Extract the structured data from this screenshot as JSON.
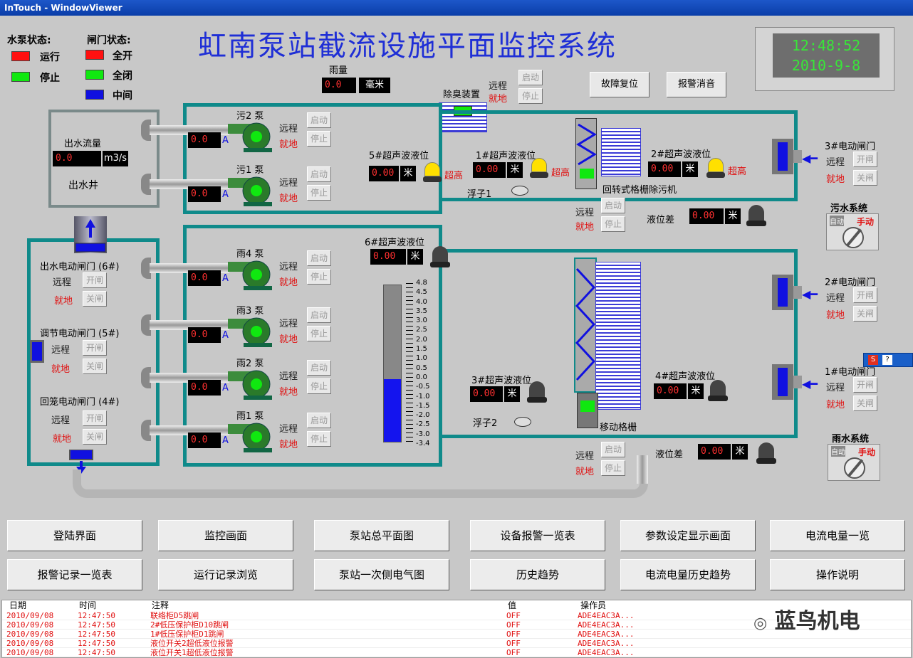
{
  "window": {
    "title": "InTouch - WindowViewer"
  },
  "title": "虹南泵站截流设施平面监控系统",
  "clock": {
    "time": "12:48:52",
    "date": "2010-9-8"
  },
  "legend": {
    "pump_title": "水泵状态:",
    "pump_run": "运行",
    "pump_stop": "停止",
    "gate_title": "闸门状态:",
    "gate_open": "全开",
    "gate_closed": "全闭",
    "gate_mid": "中间",
    "colors": {
      "red": "#ff1010",
      "green": "#10e810",
      "blue": "#1010e0"
    }
  },
  "rain": {
    "label": "雨量",
    "value": "0.0",
    "unit": "毫米"
  },
  "deodor": {
    "label": "除臭装置",
    "remote": "远程",
    "local": "就地",
    "start": "启动",
    "stop": "停止"
  },
  "top_buttons": {
    "fault_reset": "故障复位",
    "alarm_mute": "报警消音"
  },
  "outflow": {
    "label": "出水流量",
    "value": "0.0",
    "unit": "m3/s",
    "well": "出水井"
  },
  "common": {
    "remote": "远程",
    "local": "就地",
    "start": "启动",
    "stop": "停止",
    "open": "开闸",
    "close": "关闸",
    "super_high": "超高",
    "meter": "米",
    "amp": "A"
  },
  "sewage_pumps": [
    {
      "name": "污2 泵",
      "current": "0.0"
    },
    {
      "name": "污1 泵",
      "current": "0.0"
    }
  ],
  "rain_pumps": [
    {
      "name": "雨4 泵",
      "current": "0.0"
    },
    {
      "name": "雨3 泵",
      "current": "0.0"
    },
    {
      "name": "雨2 泵",
      "current": "0.0"
    },
    {
      "name": "雨1 泵",
      "current": "0.0"
    }
  ],
  "level_sensors": {
    "s5": {
      "label": "5#超声波液位",
      "value": "0.00"
    },
    "s1": {
      "label": "1#超声波液位",
      "value": "0.00"
    },
    "s2": {
      "label": "2#超声波液位",
      "value": "0.00"
    },
    "s6": {
      "label": "6#超声波液位",
      "value": "0.00"
    },
    "s3": {
      "label": "3#超声波液位",
      "value": "0.00"
    },
    "s4": {
      "label": "4#超声波液位",
      "value": "0.00"
    }
  },
  "floats": {
    "f1": "浮子1",
    "f2": "浮子2"
  },
  "screens": {
    "rotary": "回转式格栅除污机",
    "moving": "移动格栅"
  },
  "level_diff": {
    "label": "液位差",
    "top": "0.00",
    "bottom": "0.00"
  },
  "gates": {
    "g3": "3#电动闸门",
    "g2": "2#电动闸门",
    "g1": "1#电动闸门",
    "g6": "出水电动闸门 (6#)",
    "g5": "调节电动闸门 (5#)",
    "g4": "回笼电动闸门 (4#)"
  },
  "systems": {
    "sewage": "污水系统",
    "rain": "雨水系统",
    "auto": "自动",
    "manual": "手动"
  },
  "scale": {
    "ticks": [
      "4.8",
      "4.5",
      "4.0",
      "3.5",
      "3.0",
      "2.5",
      "2.0",
      "1.5",
      "1.0",
      "0.5",
      "0.0",
      "-0.5",
      "-1.0",
      "-1.5",
      "-2.0",
      "-2.5",
      "-3.0",
      "-3.4"
    ],
    "level_fraction": 0.4
  },
  "nav": [
    [
      "登陆界面",
      "监控画面",
      "泵站总平面图",
      "设备报警一览表",
      "参数设定显示画面",
      "电流电量一览"
    ],
    [
      "报警记录一览表",
      "运行记录浏览",
      "泵站一次侧电气图",
      "历史趋势",
      "电流电量历史趋势",
      "操作说明"
    ]
  ],
  "log": {
    "headers": {
      "date": "日期",
      "time": "时间",
      "note": "注释",
      "value": "值",
      "operator": "操作员"
    },
    "rows": [
      {
        "date": "2010/09/08",
        "time": "12:47:50",
        "note": "联络柜D5跳闸",
        "value": "OFF",
        "operator": "ADE4EAC3A..."
      },
      {
        "date": "2010/09/08",
        "time": "12:47:50",
        "note": "2#低压保护柜D10跳闸",
        "value": "OFF",
        "operator": "ADE4EAC3A..."
      },
      {
        "date": "2010/09/08",
        "time": "12:47:50",
        "note": "1#低压保护柜D1跳闸",
        "value": "OFF",
        "operator": "ADE4EAC3A..."
      },
      {
        "date": "2010/09/08",
        "time": "12:47:50",
        "note": "液位开关2超低液位报警",
        "value": "OFF",
        "operator": "ADE4EAC3A..."
      },
      {
        "date": "2010/09/08",
        "time": "12:47:50",
        "note": "液位开关1超低液位报警",
        "value": "OFF",
        "operator": "ADE4EAC3A..."
      }
    ]
  },
  "watermark": "蓝鸟机电"
}
